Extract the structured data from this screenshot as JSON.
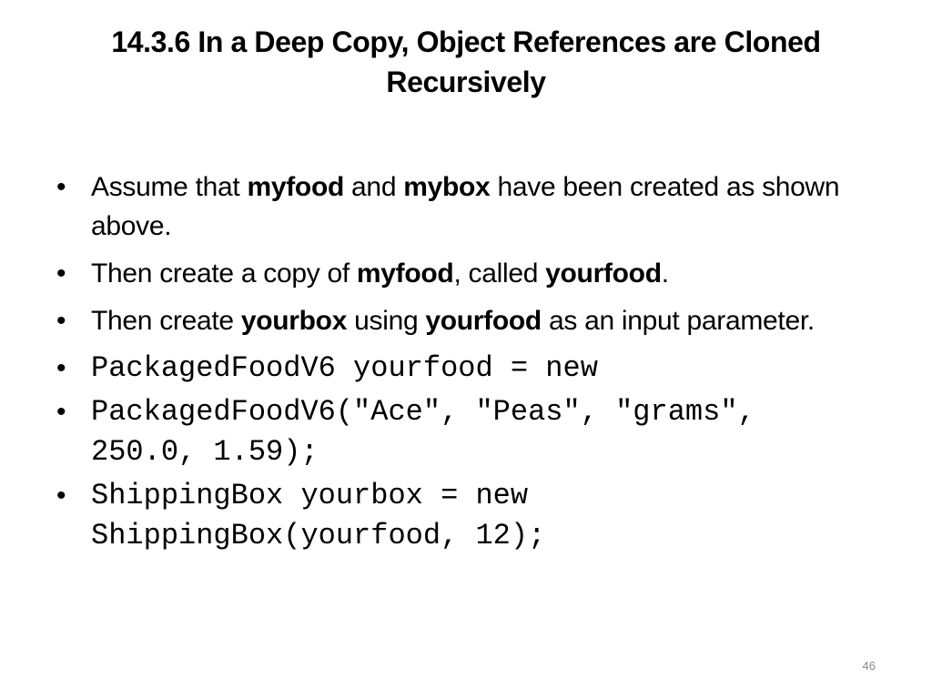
{
  "slide": {
    "title": "14.3.6  In a Deep Copy, Object References are Cloned Recursively",
    "bullet_glyph": "•",
    "bullets": [
      {
        "parts": [
          "Assume that ",
          "myfood",
          " and ",
          "mybox",
          " have been created as shown above."
        ]
      },
      {
        "parts": [
          "Then create a copy of ",
          "myfood",
          ", called ",
          "yourfood",
          "."
        ]
      },
      {
        "parts": [
          "Then create ",
          "yourbox",
          " using ",
          "yourfood",
          " as an input parameter."
        ]
      },
      {
        "code": "PackagedFoodV6 yourfood = new"
      },
      {
        "code": "PackagedFoodV6(\"Ace\", \"Peas\", \"grams\", 250.0, 1.59);"
      },
      {
        "code": "ShippingBox yourbox = new ShippingBox(yourfood, 12);"
      }
    ],
    "page_number": "46"
  }
}
